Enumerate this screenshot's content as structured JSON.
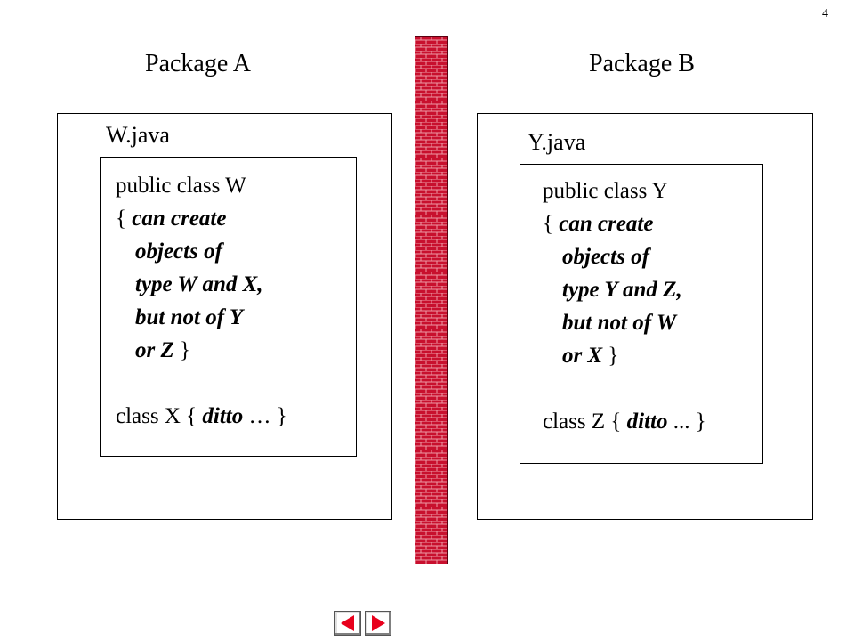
{
  "page_number": "4",
  "package_a": {
    "title": "Package A",
    "file": "W.java",
    "code_lines": [
      {
        "prefix": "public class W",
        "emph": "",
        "suffix": ""
      },
      {
        "prefix": "{ ",
        "emph": "can create",
        "suffix": ""
      },
      {
        "prefix": "",
        "emph": "objects of",
        "suffix": "",
        "indent": true
      },
      {
        "prefix": "",
        "emph": "type W and X,",
        "suffix": "",
        "indent": true
      },
      {
        "prefix": "",
        "emph": "but not of Y",
        "suffix": "",
        "indent": true
      },
      {
        "prefix": "",
        "emph": "or Z",
        "suffix": " }",
        "indent": true
      },
      {
        "prefix": "",
        "emph": "",
        "suffix": ""
      },
      {
        "prefix": "class X { ",
        "emph": "ditto",
        "suffix": " … }"
      }
    ]
  },
  "package_b": {
    "title": "Package B",
    "file": "Y.java",
    "code_lines": [
      {
        "prefix": "public class Y",
        "emph": "",
        "suffix": ""
      },
      {
        "prefix": "{ ",
        "emph": "can create",
        "suffix": ""
      },
      {
        "prefix": "",
        "emph": "objects of",
        "suffix": "",
        "indent": true
      },
      {
        "prefix": "",
        "emph": "type Y and Z,",
        "suffix": "",
        "indent": true
      },
      {
        "prefix": "",
        "emph": "but not of W",
        "suffix": "",
        "indent": true
      },
      {
        "prefix": "",
        "emph": "or X",
        "suffix": " }",
        "indent": true
      },
      {
        "prefix": "",
        "emph": "",
        "suffix": ""
      },
      {
        "prefix": "class Z { ",
        "emph": "ditto",
        "suffix": " ... }"
      }
    ]
  },
  "wall": {
    "color": "#c8102e",
    "mortar": "#e9a0aa"
  },
  "nav": {
    "prev_icon": "triangle-left-icon",
    "next_icon": "triangle-right-icon",
    "color": "#e8001c"
  }
}
